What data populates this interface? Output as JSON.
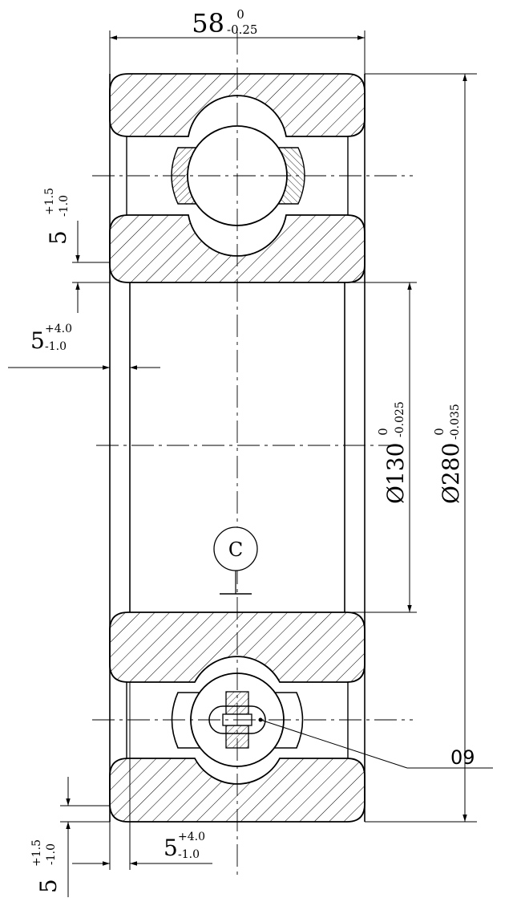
{
  "dimensions": {
    "width_top": {
      "value": "58",
      "upper": "0",
      "lower": "-0.25"
    },
    "outer_diameter": {
      "value": "Ø280",
      "upper": "0",
      "lower": "-0.035"
    },
    "bore_diameter": {
      "value": "Ø130",
      "upper": "0",
      "lower": "-0.025"
    },
    "chamfer_left_upper": {
      "value": "5",
      "upper": "+1.5",
      "lower": "-1.0"
    },
    "chamfer_inner_upper": {
      "value": "5",
      "upper": "+4.0",
      "lower": "-1.0"
    },
    "chamfer_left_lower": {
      "value": "5",
      "upper": "+1.5",
      "lower": "-1.0"
    },
    "chamfer_inner_lower": {
      "value": "5",
      "upper": "+4.0",
      "lower": "-1.0"
    }
  },
  "datum_label": "C",
  "part_label": "09"
}
